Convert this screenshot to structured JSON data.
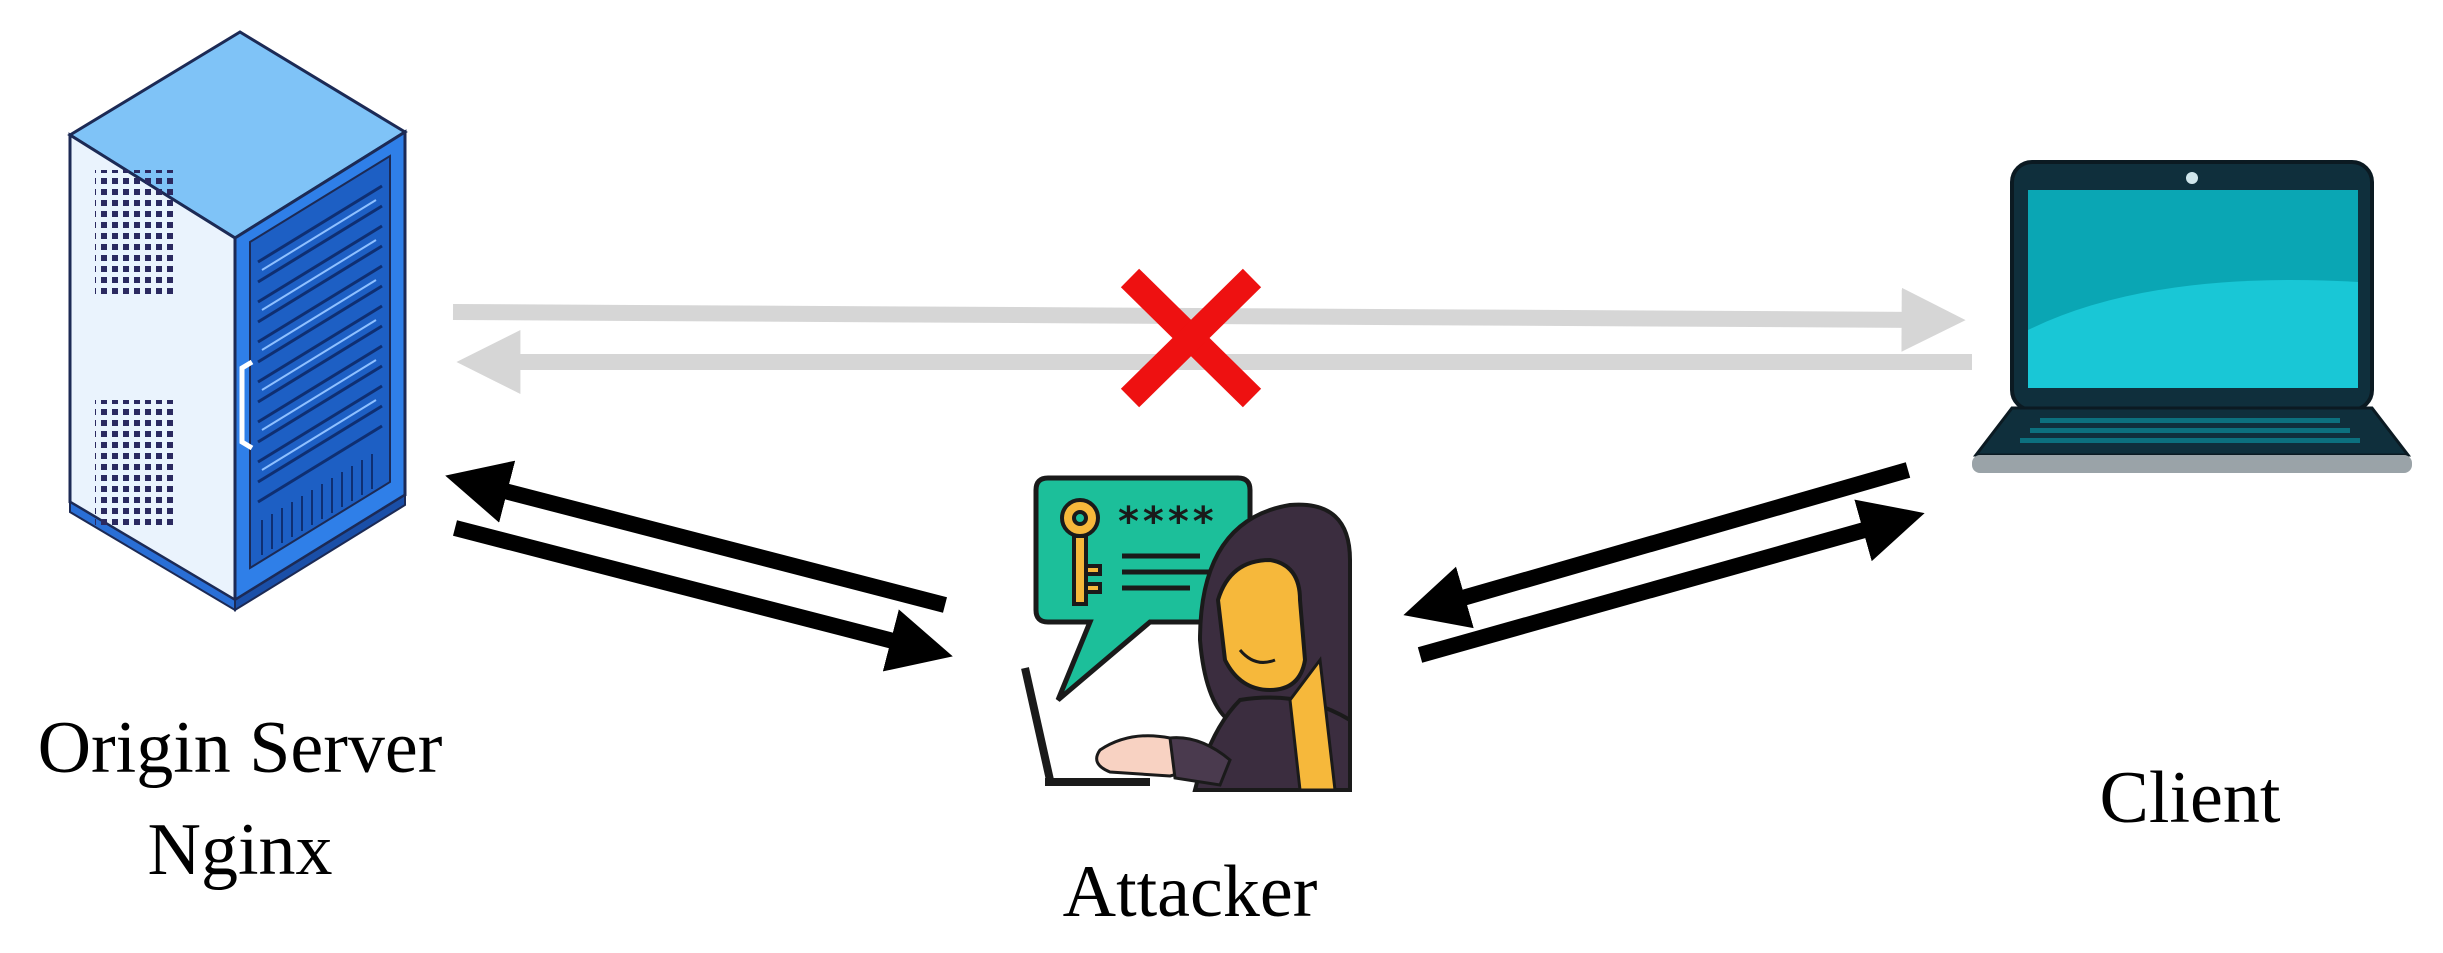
{
  "nodes": {
    "origin_server": {
      "icon": "server-rack-icon",
      "label_line1": "Origin Server",
      "label_line2": "Nginx"
    },
    "attacker": {
      "icon": "hacker-icon",
      "label": "Attacker",
      "bubble_text": "****"
    },
    "client": {
      "icon": "laptop-icon",
      "label": "Client"
    }
  },
  "connections": {
    "direct": {
      "status": "blocked",
      "blocked_icon": "cross-icon"
    },
    "server_attacker": {
      "status": "active",
      "directions": 2
    },
    "attacker_client": {
      "status": "active",
      "directions": 2
    }
  },
  "colors": {
    "blocked_line": "#d6d6d6",
    "cross": "#ee1111",
    "active_line": "#000000",
    "server_blue": "#2f7fe8",
    "laptop_screen": "#19b7c9",
    "bubble": "#1cbf9a",
    "hood": "#3b2d3f",
    "face": "#f6b83b"
  }
}
